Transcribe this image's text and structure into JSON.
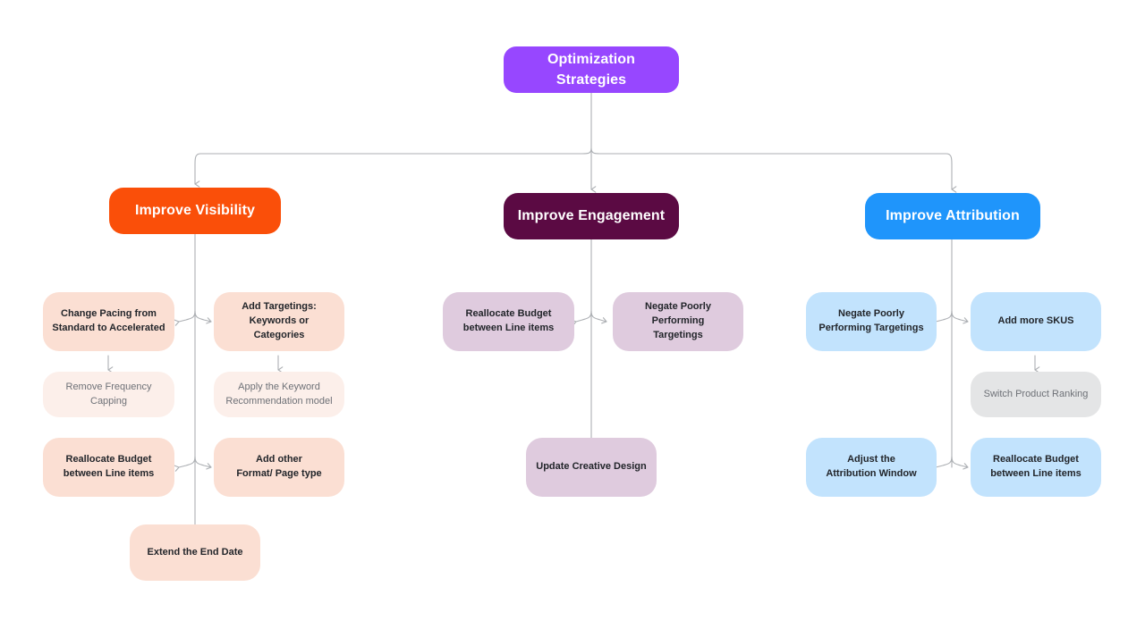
{
  "diagram": {
    "title": "Optimization Strategies",
    "type": "mindmap-tree",
    "background": "#ffffff",
    "colors": {
      "root": "#9747FF",
      "visibility": "#FA4F09",
      "engagement": "#5B0A43",
      "attribution": "#1F95FB",
      "peach": "#FBDFD3",
      "peach_light": "#FCEFEA",
      "mauve": "#DFCBDE",
      "blue": "#C2E3FD",
      "gray": "#E4E5E6",
      "edge": "#ACAFB3",
      "text_strong": "#22252A",
      "text_muted": "#6E7177"
    },
    "root": {
      "label": "Optimization Strategies"
    },
    "branches": [
      {
        "key": "visibility",
        "label": "Improve Visibility",
        "nodes": [
          {
            "label": "Change Pacing from\nStandard to Accelerated"
          },
          {
            "label": "Add Targetings:\nKeywords or Categories"
          },
          {
            "label": "Remove Frequency Capping"
          },
          {
            "label": "Apply the Keyword\nRecommendation model"
          },
          {
            "label": "Reallocate Budget\nbetween Line items"
          },
          {
            "label": "Add other\nFormat/ Page type"
          },
          {
            "label": "Extend the End Date"
          }
        ]
      },
      {
        "key": "engagement",
        "label": "Improve Engagement",
        "nodes": [
          {
            "label": "Reallocate Budget\nbetween Line items"
          },
          {
            "label": "Negate Poorly Performing\nTargetings"
          },
          {
            "label": "Update Creative Design"
          }
        ]
      },
      {
        "key": "attribution",
        "label": "Improve Attribution",
        "nodes": [
          {
            "label": "Negate Poorly\nPerforming Targetings"
          },
          {
            "label": "Add more SKUS"
          },
          {
            "label": "Switch Product Ranking"
          },
          {
            "label": "Adjust the\nAttribution Window"
          },
          {
            "label": "Reallocate Budget\nbetween Line items"
          }
        ]
      }
    ]
  }
}
